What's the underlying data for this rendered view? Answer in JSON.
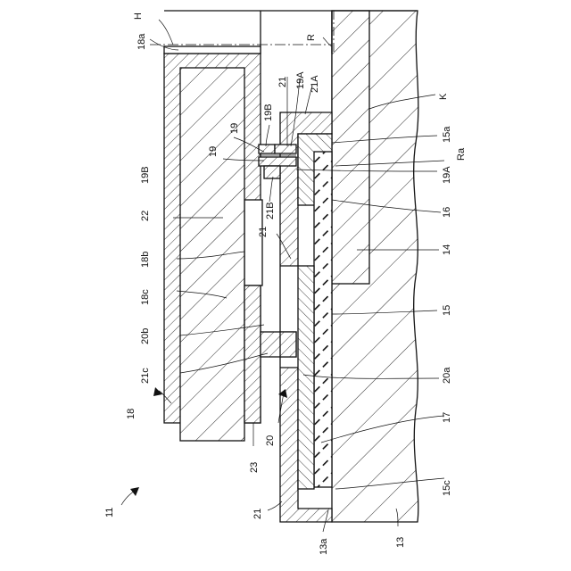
{
  "figure": {
    "reference_labels": {
      "ref_11": "11",
      "ref_13": "13",
      "ref_13a": "13a",
      "ref_14": "14",
      "ref_15": "15",
      "ref_15a": "15a",
      "ref_15c": "15c",
      "ref_16": "16",
      "ref_17": "17",
      "ref_18": "18",
      "ref_18a": "18a",
      "ref_18b": "18b",
      "ref_18c": "18c",
      "ref_19_left": "19",
      "ref_19_upper": "19",
      "ref_19A_upper": "19A",
      "ref_19A_right": "19A",
      "ref_19B_upper": "19B",
      "ref_19B_left": "19B",
      "ref_20": "20",
      "ref_20a": "20a",
      "ref_20b": "20b",
      "ref_21_top": "21",
      "ref_21_mid": "21",
      "ref_21_bottom": "21",
      "ref_21A": "21A",
      "ref_21B": "21B",
      "ref_21c": "21c",
      "ref_22": "22",
      "ref_23": "23",
      "ref_H": "H",
      "ref_R": "R",
      "ref_Ra": "Ra",
      "ref_K": "K"
    }
  }
}
